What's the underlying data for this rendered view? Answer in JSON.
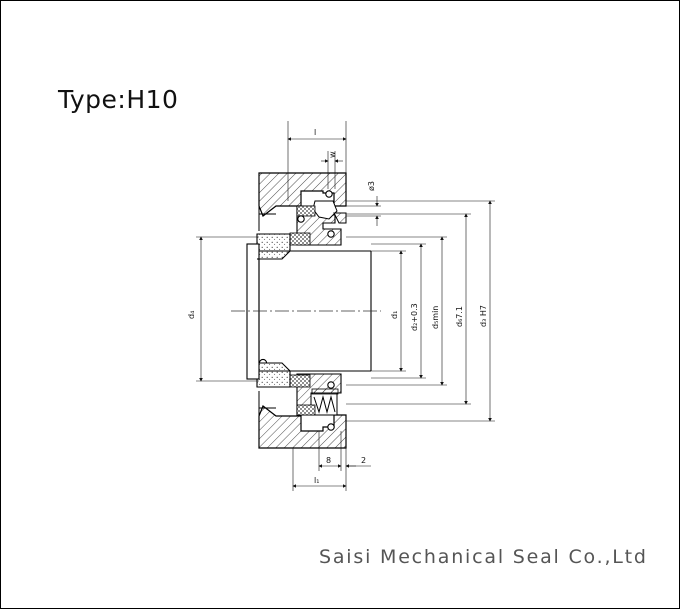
{
  "title": "Type:H10",
  "company": "Saisi Mechanical Seal Co.,Ltd",
  "dimensions": {
    "l": "l",
    "w": "w",
    "dia3": "ø3",
    "d1": "d₁",
    "d2": "d₂+0.3",
    "d3": "d₃ H7",
    "d4": "d₄",
    "d5": "d₅min",
    "d6": "d₆7.1",
    "eight": "8",
    "two": "2",
    "l1": "l₁"
  }
}
